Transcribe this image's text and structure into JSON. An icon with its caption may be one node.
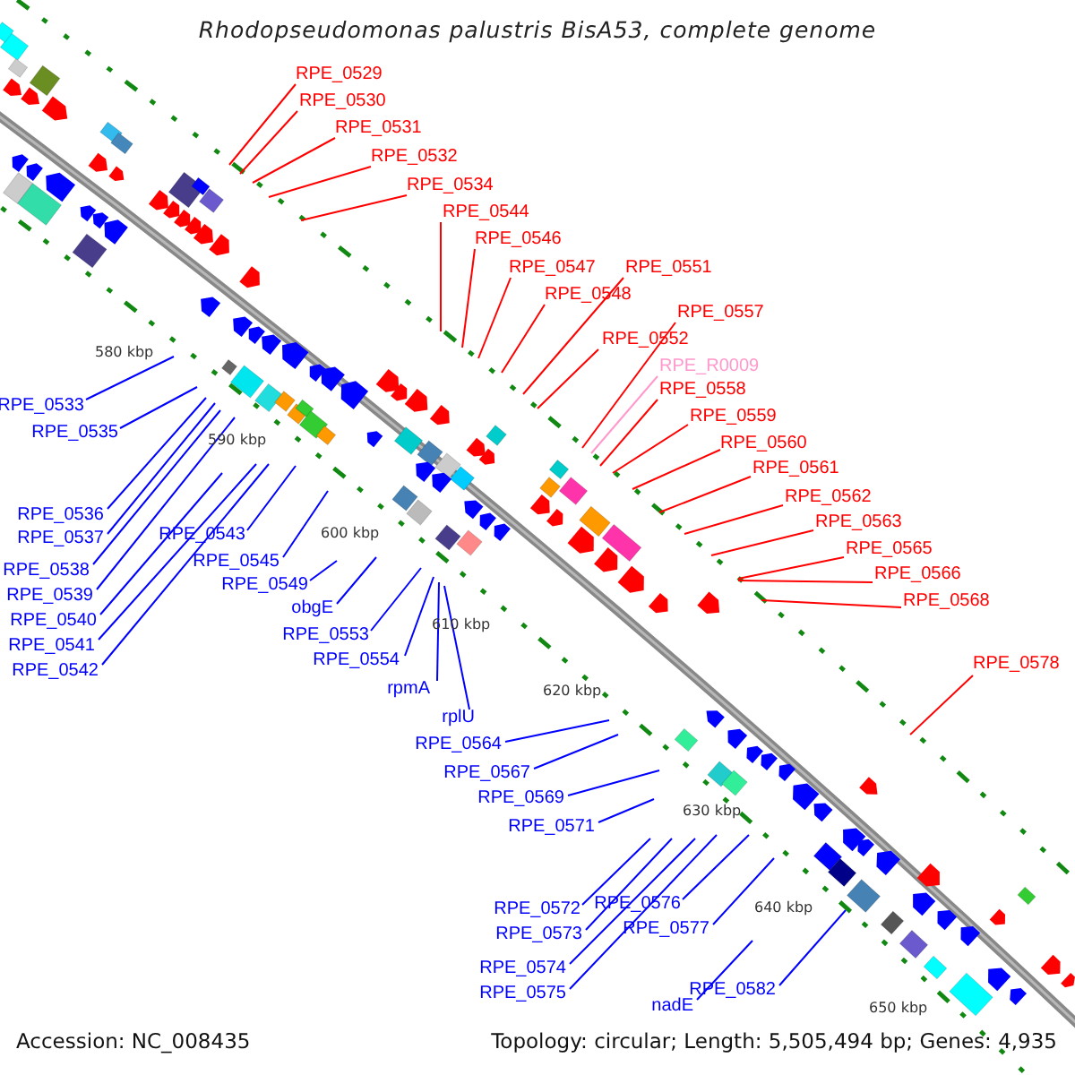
{
  "diagram": {
    "title": "Rhodopseudomonas palustris BisA53, complete genome",
    "nodes": [
      {
        "text": [
          "RPE_0529"
        ]
      },
      {
        "text": [
          "RPE_0530"
        ]
      },
      {
        "text": [
          "RPE_0531"
        ]
      },
      {
        "text": [
          "RPE_0532"
        ]
      },
      {
        "text": [
          "RPE_0534"
        ]
      },
      {
        "text": [
          "RPE_0544"
        ]
      },
      {
        "text": [
          "RPE_0546"
        ]
      },
      {
        "text": [
          "RPE_0547"
        ]
      },
      {
        "text": [
          "RPE_0548"
        ]
      },
      {
        "text": [
          "RPE_0551"
        ]
      },
      {
        "text": [
          "RPE_0552"
        ]
      },
      {
        "text": [
          "RPE_0557"
        ]
      },
      {
        "text": [
          "RPE_R0009"
        ]
      },
      {
        "text": [
          "RPE_0558"
        ]
      },
      {
        "text": [
          "RPE_0559"
        ]
      },
      {
        "text": [
          "RPE_0560"
        ]
      },
      {
        "text": [
          "RPE_0561"
        ]
      },
      {
        "text": [
          "RPE_0562"
        ]
      },
      {
        "text": [
          "RPE_0563"
        ]
      },
      {
        "text": [
          "RPE_0565"
        ]
      },
      {
        "text": [
          "RPE_0566"
        ]
      },
      {
        "text": [
          "RPE_0568"
        ]
      },
      {
        "text": [
          "RPE_0578"
        ]
      },
      {
        "text": [
          "RPE_0533"
        ]
      },
      {
        "text": [
          "RPE_0535"
        ]
      },
      {
        "text": [
          "RPE_0536"
        ]
      },
      {
        "text": [
          "RPE_0537"
        ]
      },
      {
        "text": [
          "RPE_0538"
        ]
      },
      {
        "text": [
          "RPE_0539"
        ]
      },
      {
        "text": [
          "RPE_0540"
        ]
      },
      {
        "text": [
          "RPE_0541"
        ]
      },
      {
        "text": [
          "RPE_0542"
        ]
      },
      {
        "text": [
          "RPE_0543"
        ]
      },
      {
        "text": [
          "RPE_0545"
        ]
      },
      {
        "text": [
          "RPE_0549"
        ]
      },
      {
        "text": [
          "obgE"
        ]
      },
      {
        "text": [
          "RPE_0553"
        ]
      },
      {
        "text": [
          "RPE_0554"
        ]
      },
      {
        "text": [
          "rpmA"
        ]
      },
      {
        "text": [
          "rplU"
        ]
      },
      {
        "text": [
          "RPE_0564"
        ]
      },
      {
        "text": [
          "RPE_0567"
        ]
      },
      {
        "text": [
          "RPE_0569"
        ]
      },
      {
        "text": [
          "RPE_0571"
        ]
      },
      {
        "text": [
          "RPE_0572"
        ]
      },
      {
        "text": [
          "RPE_0573"
        ]
      },
      {
        "text": [
          "RPE_0574"
        ]
      },
      {
        "text": [
          "RPE_0575"
        ]
      },
      {
        "text": [
          "RPE_0576"
        ]
      },
      {
        "text": [
          "RPE_0577"
        ]
      },
      {
        "text": [
          "nadE"
        ]
      },
      {
        "text": [
          "RPE_0582"
        ]
      }
    ],
    "edges": [
      {
        "from": 0,
        "to": null,
        "arrow": "none",
        "color": "#ff0000"
      },
      {
        "from": 1,
        "to": null,
        "arrow": "none",
        "color": "#ff0000"
      },
      {
        "from": 2,
        "to": null,
        "arrow": "none",
        "color": "#ff0000"
      },
      {
        "from": 3,
        "to": null,
        "arrow": "none",
        "color": "#ff0000"
      },
      {
        "from": 4,
        "to": null,
        "arrow": "none",
        "color": "#ff0000"
      },
      {
        "from": 5,
        "to": null,
        "arrow": "none",
        "color": "#ff0000"
      },
      {
        "from": 6,
        "to": null,
        "arrow": "none",
        "color": "#ff0000"
      },
      {
        "from": 7,
        "to": null,
        "arrow": "none",
        "color": "#ff0000"
      },
      {
        "from": 8,
        "to": null,
        "arrow": "none",
        "color": "#ff0000"
      },
      {
        "from": 9,
        "to": null,
        "arrow": "none",
        "color": "#ff0000"
      },
      {
        "from": 10,
        "to": null,
        "arrow": "none",
        "color": "#ff0000"
      },
      {
        "from": 11,
        "to": null,
        "arrow": "none",
        "color": "#ff0000"
      },
      {
        "from": 12,
        "to": null,
        "arrow": "none",
        "color": "#ff99cc"
      },
      {
        "from": 13,
        "to": null,
        "arrow": "none",
        "color": "#ff0000"
      },
      {
        "from": 14,
        "to": null,
        "arrow": "none",
        "color": "#ff0000"
      },
      {
        "from": 15,
        "to": null,
        "arrow": "none",
        "color": "#ff0000"
      },
      {
        "from": 16,
        "to": null,
        "arrow": "none",
        "color": "#ff0000"
      },
      {
        "from": 17,
        "to": null,
        "arrow": "none",
        "color": "#ff0000"
      },
      {
        "from": 18,
        "to": null,
        "arrow": "none",
        "color": "#ff0000"
      },
      {
        "from": 19,
        "to": null,
        "arrow": "none",
        "color": "#ff0000"
      },
      {
        "from": 20,
        "to": null,
        "arrow": "none",
        "color": "#ff0000"
      },
      {
        "from": 21,
        "to": null,
        "arrow": "none",
        "color": "#ff0000"
      },
      {
        "from": 22,
        "to": null,
        "arrow": "none",
        "color": "#ff0000"
      },
      {
        "from": 23,
        "to": null,
        "arrow": "none"
      },
      {
        "from": 24,
        "to": null,
        "arrow": "none"
      },
      {
        "from": 25,
        "to": null,
        "arrow": "none"
      },
      {
        "from": 26,
        "to": null,
        "arrow": "none"
      },
      {
        "from": 27,
        "to": null,
        "arrow": "none"
      },
      {
        "from": 28,
        "to": null,
        "arrow": "none"
      },
      {
        "from": 29,
        "to": null,
        "arrow": "none"
      },
      {
        "from": 30,
        "to": null,
        "arrow": "none"
      },
      {
        "from": 31,
        "to": null,
        "arrow": "none"
      },
      {
        "from": 32,
        "to": null,
        "arrow": "none"
      },
      {
        "from": 33,
        "to": null,
        "arrow": "none"
      },
      {
        "from": 34,
        "to": null,
        "arrow": "none"
      },
      {
        "from": 35,
        "to": null,
        "arrow": "none"
      },
      {
        "from": 36,
        "to": null,
        "arrow": "none"
      },
      {
        "from": 37,
        "to": null,
        "arrow": "none"
      },
      {
        "from": 38,
        "to": null,
        "arrow": "none"
      },
      {
        "from": 39,
        "to": null,
        "arrow": "none"
      },
      {
        "from": 40,
        "to": null,
        "arrow": "none"
      },
      {
        "from": 41,
        "to": null,
        "arrow": "none"
      },
      {
        "from": 42,
        "to": null,
        "arrow": "none"
      },
      {
        "from": 43,
        "to": null,
        "arrow": "none"
      },
      {
        "from": 44,
        "to": null,
        "arrow": "none"
      },
      {
        "from": 45,
        "to": null,
        "arrow": "none"
      },
      {
        "from": 46,
        "to": null,
        "arrow": "none"
      },
      {
        "from": 47,
        "to": null,
        "arrow": "none"
      },
      {
        "from": 48,
        "to": null,
        "arrow": "none"
      },
      {
        "from": 49,
        "to": null,
        "arrow": "none"
      },
      {
        "from": 50,
        "to": null,
        "arrow": "none"
      },
      {
        "from": 51,
        "to": null,
        "arrow": "none"
      }
    ],
    "labels": [
      "Accession: NC_008435",
      "Topology: circular; Length: 5,505,494 bp; Genes: 4,935",
      "580 kbp",
      "590 kbp",
      "600 kbp",
      "610 kbp",
      "620 kbp",
      "630 kbp",
      "640 kbp",
      "650 kbp"
    ]
  }
}
